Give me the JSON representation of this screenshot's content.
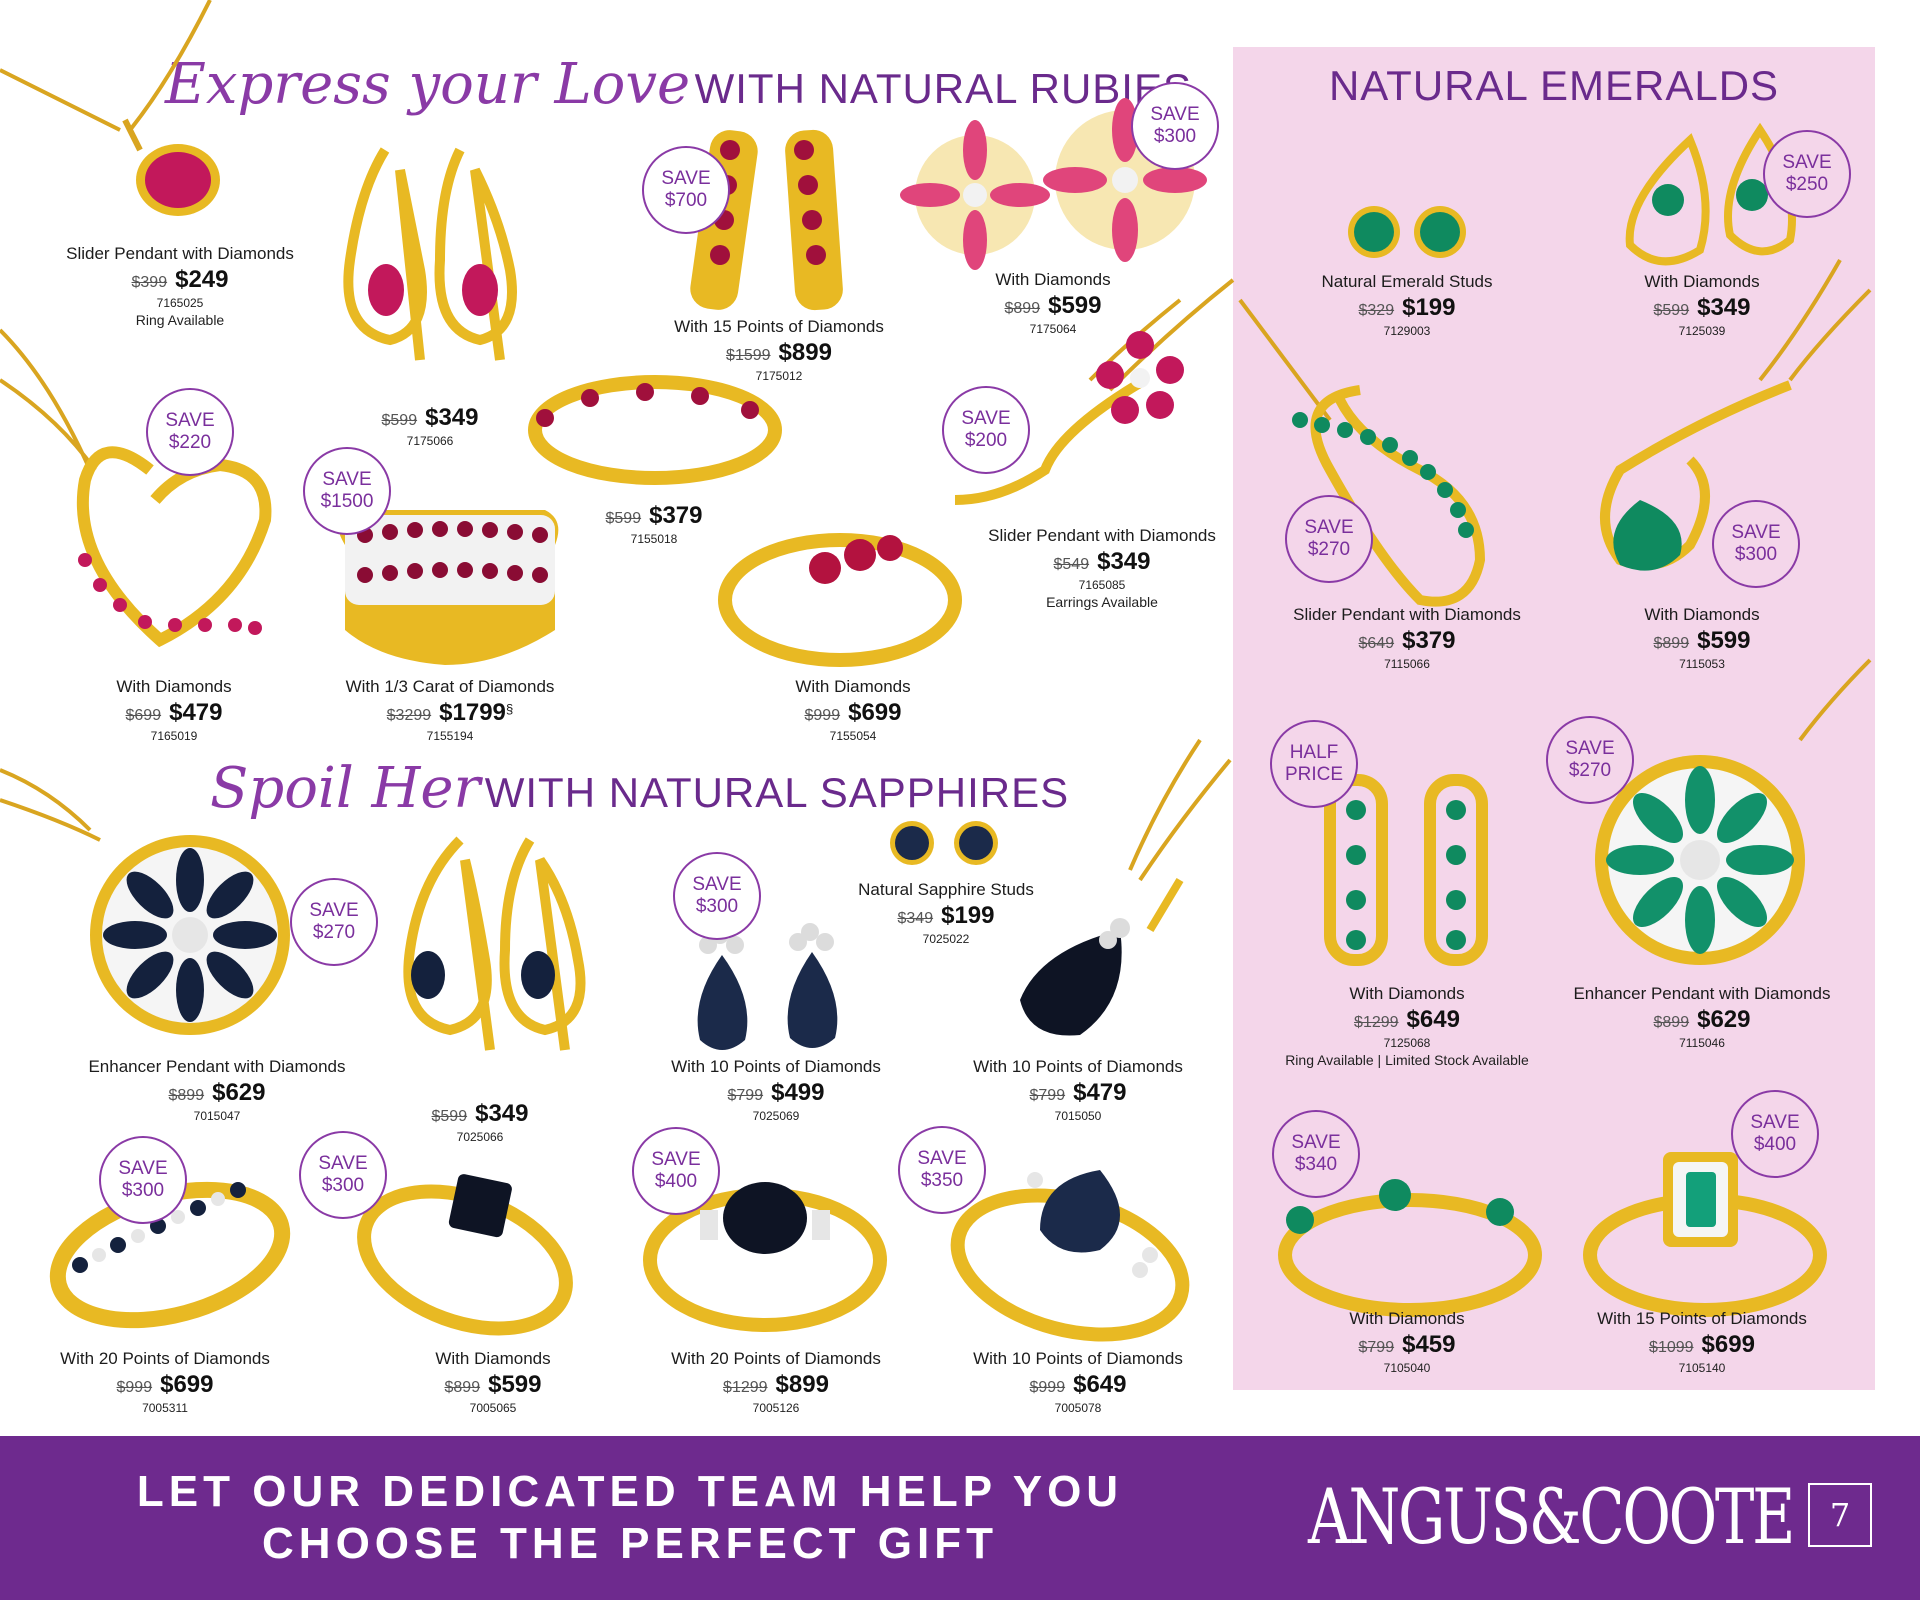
{
  "colors": {
    "ruby": "#c2185b",
    "sapphire": "#14213d",
    "emerald": "#0f8a5f",
    "gold": "#e8b923",
    "purple": "#6e2a8e",
    "pink_panel": "#f4d6ea"
  },
  "headings": {
    "rubies": {
      "script": "Express your Love",
      "caps": "WITH NATURAL RUBIES"
    },
    "sapphires": {
      "script": "Spoil Her",
      "caps": "WITH NATURAL SAPPHIRES"
    },
    "emeralds": "NATURAL EMERALDS"
  },
  "rubies": {
    "r1": {
      "name": "Slider Pendant with Diamonds",
      "was": "$399",
      "now": "$249",
      "code": "7165025",
      "note": "Ring Available"
    },
    "r2": {
      "name": "",
      "was": "$599",
      "now": "$349",
      "code": "7175066"
    },
    "r3": {
      "name": "With 15 Points of Diamonds",
      "was": "$1599",
      "now": "$899",
      "code": "7175012"
    },
    "r4": {
      "name": "With Diamonds",
      "was": "$899",
      "now": "$599",
      "code": "7175064"
    },
    "r5": {
      "name": "",
      "was": "$599",
      "now": "$379",
      "code": "7155018"
    },
    "r6": {
      "name": "Slider Pendant with Diamonds",
      "was": "$549",
      "now": "$349",
      "code": "7165085",
      "note": "Earrings Available"
    },
    "r7": {
      "name": "With Diamonds",
      "was": "$699",
      "now": "$479",
      "code": "7165019"
    },
    "r8": {
      "name": "With 1/3 Carat of Diamonds",
      "was": "$3299",
      "now": "$1799",
      "sup": "§",
      "code": "7155194"
    },
    "r9": {
      "name": "With Diamonds",
      "was": "$999",
      "now": "$699",
      "code": "7155054"
    }
  },
  "sapphires": {
    "s1": {
      "name": "Enhancer Pendant with Diamonds",
      "was": "$899",
      "now": "$629",
      "code": "7015047"
    },
    "s2": {
      "name": "",
      "was": "$599",
      "now": "$349",
      "code": "7025066"
    },
    "s3": {
      "name": "Natural Sapphire Studs",
      "was": "$349",
      "now": "$199",
      "code": "7025022"
    },
    "s4": {
      "name": "With 10 Points of Diamonds",
      "was": "$799",
      "now": "$499",
      "code": "7025069"
    },
    "s5": {
      "name": "With 10 Points of Diamonds",
      "was": "$799",
      "now": "$479",
      "code": "7015050"
    },
    "s6": {
      "name": "With 20 Points of Diamonds",
      "was": "$999",
      "now": "$699",
      "code": "7005311"
    },
    "s7": {
      "name": "With Diamonds",
      "was": "$899",
      "now": "$599",
      "code": "7005065"
    },
    "s8": {
      "name": "With 20 Points of Diamonds",
      "was": "$1299",
      "now": "$899",
      "code": "7005126"
    },
    "s9": {
      "name": "With 10 Points of Diamonds",
      "was": "$999",
      "now": "$649",
      "code": "7005078"
    }
  },
  "emeralds": {
    "e1": {
      "name": "Natural Emerald Studs",
      "was": "$329",
      "now": "$199",
      "code": "7129003"
    },
    "e2": {
      "name": "With Diamonds",
      "was": "$599",
      "now": "$349",
      "code": "7125039"
    },
    "e3": {
      "name": "Slider Pendant with Diamonds",
      "was": "$649",
      "now": "$379",
      "code": "7115066"
    },
    "e4": {
      "name": "With Diamonds",
      "was": "$899",
      "now": "$599",
      "code": "7115053"
    },
    "e5": {
      "name": "With Diamonds",
      "was": "$1299",
      "now": "$649",
      "code": "7125068",
      "note": "Ring Available | Limited Stock Available"
    },
    "e6": {
      "name": "Enhancer Pendant with Diamonds",
      "was": "$899",
      "now": "$629",
      "code": "7115046"
    },
    "e7": {
      "name": "With Diamonds",
      "was": "$799",
      "now": "$459",
      "code": "7105040"
    },
    "e8": {
      "name": "With 15 Points of Diamonds",
      "was": "$1099",
      "now": "$699",
      "code": "7105140"
    }
  },
  "badges": {
    "b_r3": [
      "SAVE",
      "$700"
    ],
    "b_r4": [
      "SAVE",
      "$300"
    ],
    "b_r7": [
      "SAVE",
      "$220"
    ],
    "b_r8": [
      "SAVE",
      "$1500"
    ],
    "b_r6": [
      "SAVE",
      "$200"
    ],
    "b_s1": [
      "SAVE",
      "$270"
    ],
    "b_s4": [
      "SAVE",
      "$300"
    ],
    "b_s6": [
      "SAVE",
      "$300"
    ],
    "b_s7": [
      "SAVE",
      "$300"
    ],
    "b_s8": [
      "SAVE",
      "$400"
    ],
    "b_s9": [
      "SAVE",
      "$350"
    ],
    "b_e2": [
      "SAVE",
      "$250"
    ],
    "b_e3": [
      "SAVE",
      "$270"
    ],
    "b_e4": [
      "SAVE",
      "$300"
    ],
    "b_e5": [
      "HALF",
      "PRICE"
    ],
    "b_e6": [
      "SAVE",
      "$270"
    ],
    "b_e7": [
      "SAVE",
      "$340"
    ],
    "b_e8": [
      "SAVE",
      "$400"
    ]
  },
  "footer": {
    "line1": "LET OUR DEDICATED TEAM HELP YOU",
    "line2": "CHOOSE THE PERFECT GIFT",
    "logo": "ANGUS&COOTE",
    "page": "7"
  }
}
